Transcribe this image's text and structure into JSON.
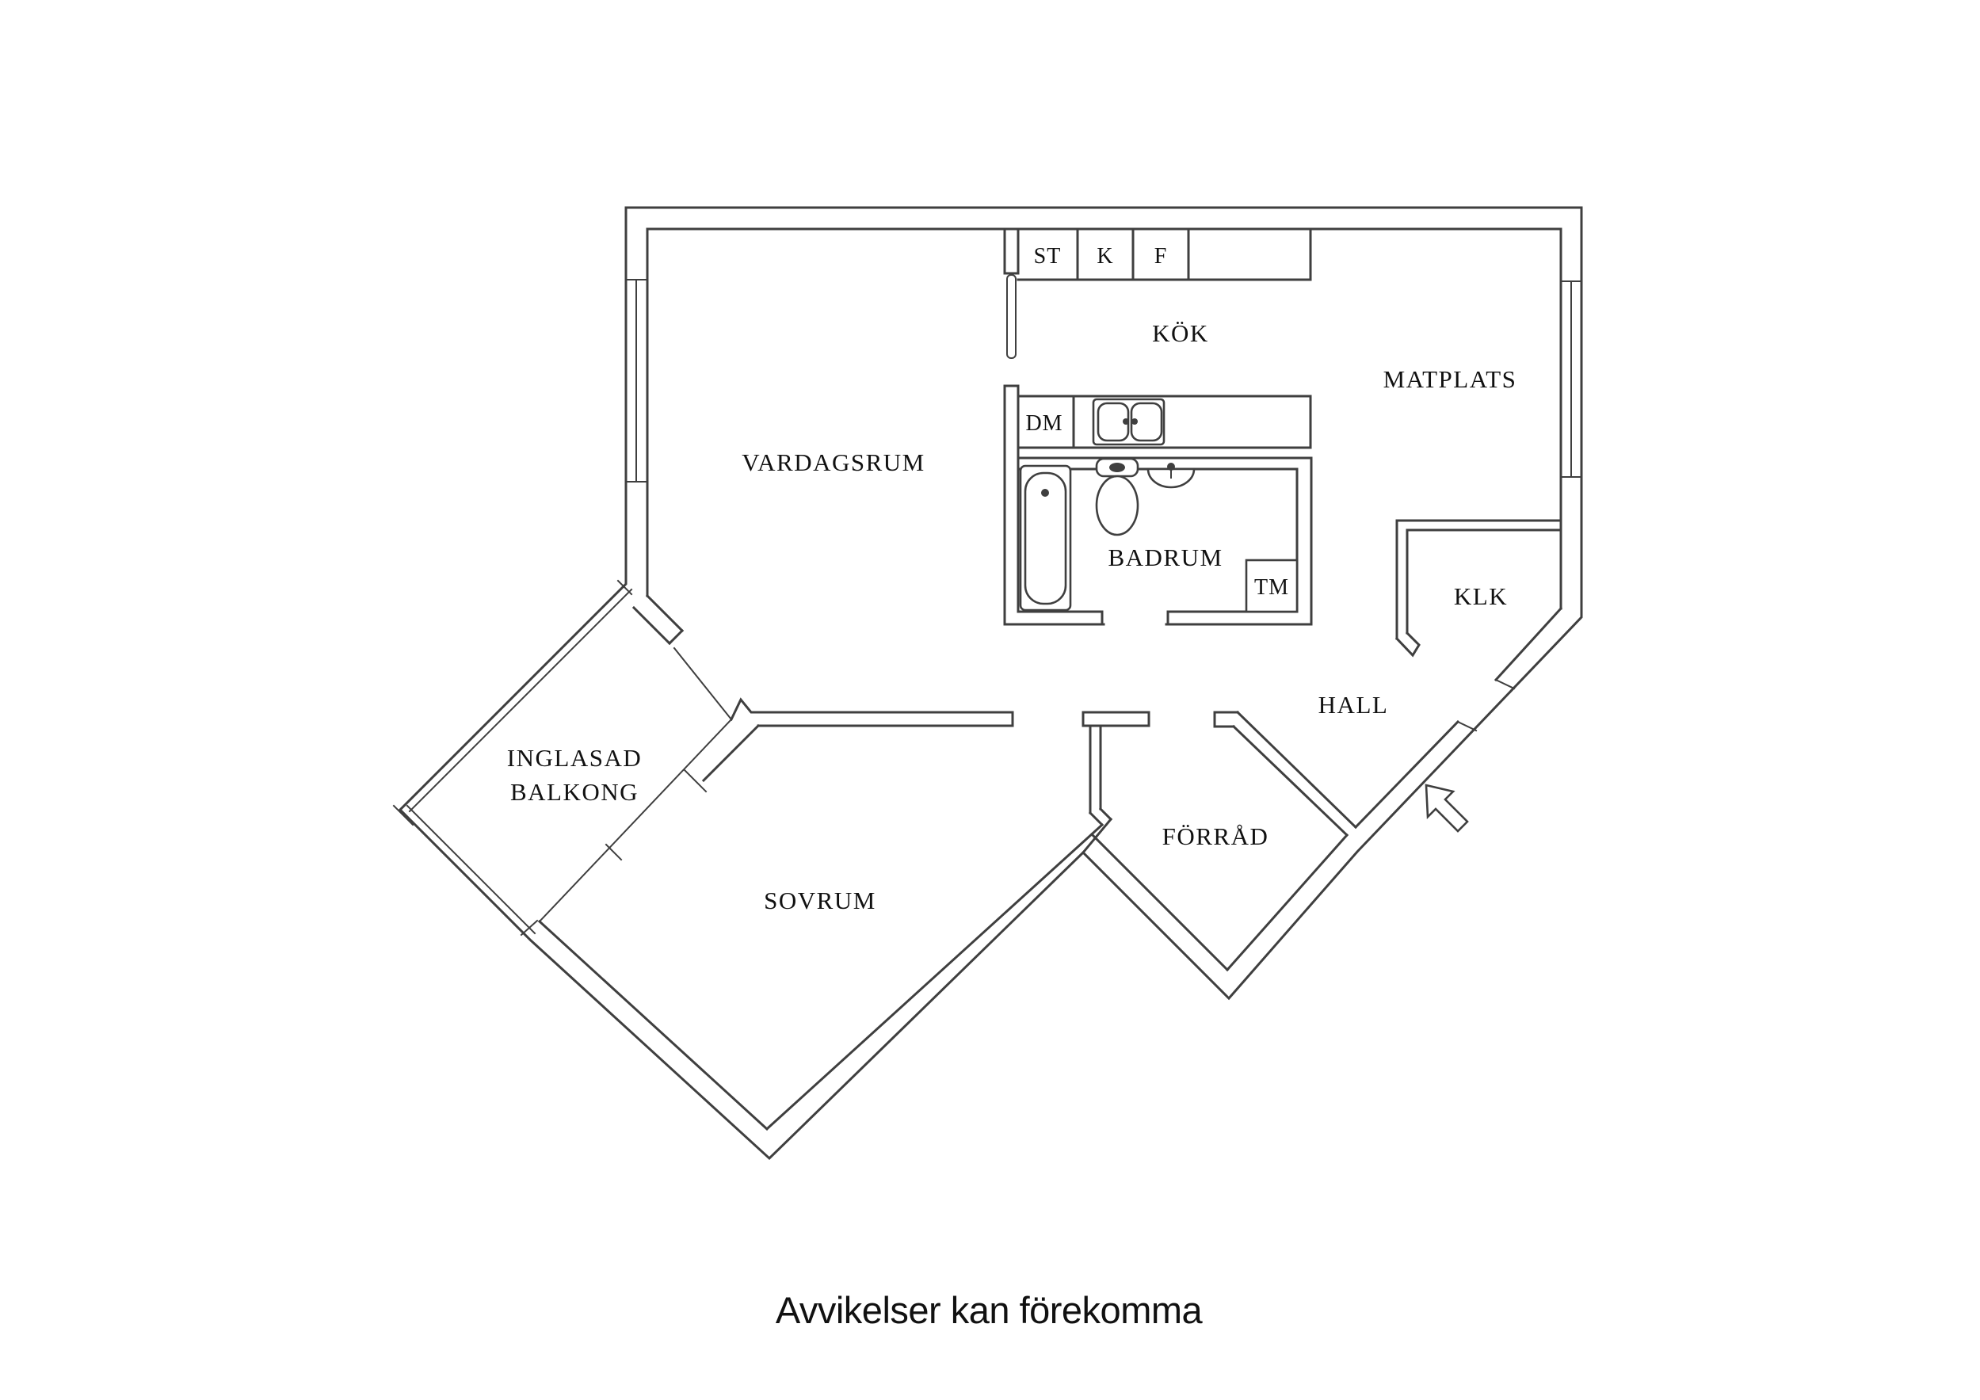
{
  "plan": {
    "rooms": {
      "vardagsrum": "VARDAGSRUM",
      "kok": "KÖK",
      "matplats": "MATPLATS",
      "badrum": "BADRUM",
      "klk": "KLK",
      "hall": "HALL",
      "sovrum": "SOVRUM",
      "forrad": "FÖRRÅD",
      "balkong_line1": "INGLASAD",
      "balkong_line2": "BALKONG"
    },
    "appliances": {
      "st": "ST",
      "k": "K",
      "f": "F",
      "dm": "DM",
      "tm": "TM"
    },
    "caption": "Avvikelser kan förekomma",
    "colors": {
      "line": "#3f3f3f",
      "text": "#111111",
      "background": "#ffffff"
    }
  }
}
